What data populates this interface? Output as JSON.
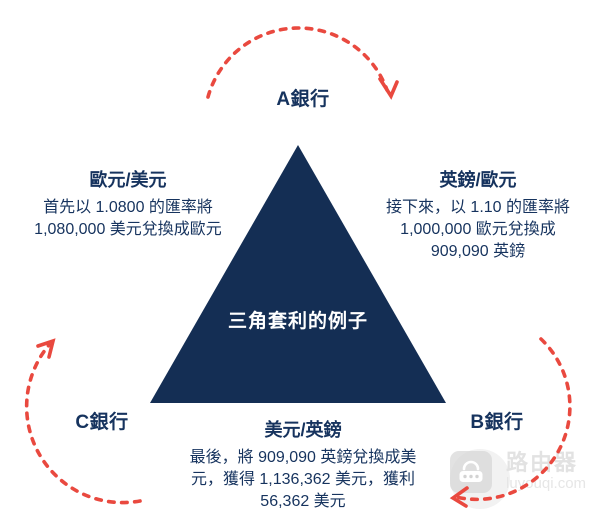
{
  "diagram": {
    "title": "三角套利的例子",
    "colors": {
      "navy": "#16335e",
      "triangle_navy": "#142e54",
      "coral": "#e9493f"
    },
    "banks": {
      "a": "A銀行",
      "b": "B銀行",
      "c": "C銀行"
    },
    "steps": {
      "eur_usd": {
        "pair": "歐元/美元",
        "lines": [
          "首先以 1.0800 的匯率將",
          "1,080,000 美元兌換成歐元"
        ]
      },
      "gbp_eur": {
        "pair": "英鎊/歐元",
        "lines": [
          "接下來，以 1.10 的匯率將",
          "1,000,000 歐元兌換成",
          "909,090 英鎊"
        ]
      },
      "usd_gbp": {
        "pair": "美元/英鎊",
        "lines": [
          "最後，將 909,090 英鎊兌換成美",
          "元，獲得 1,136,362 美元，獲利",
          "56,362 美元"
        ]
      }
    }
  },
  "watermark": {
    "name": "路由器",
    "domain": "luyouqi.com"
  }
}
